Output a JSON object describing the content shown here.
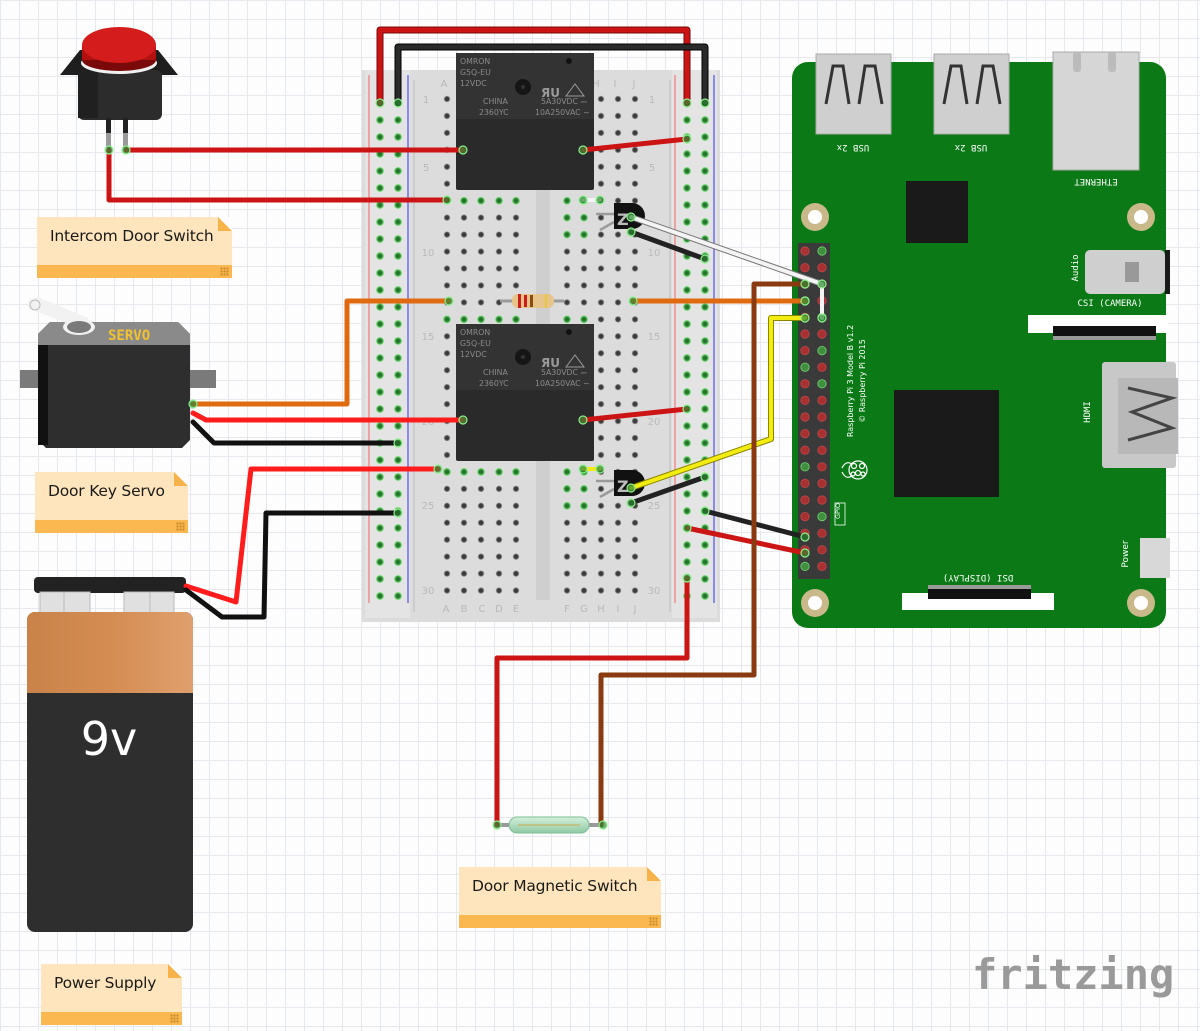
{
  "app": {
    "logo": "fritzing"
  },
  "notes": [
    {
      "id": "intercom",
      "text": "Intercom Door Switch"
    },
    {
      "id": "servo",
      "text": "Door Key Servo"
    },
    {
      "id": "magnetic",
      "text": "Door Magnetic Switch"
    },
    {
      "id": "power",
      "text": "Power Supply"
    }
  ],
  "components": {
    "relay_top": {
      "brand": "OMRON",
      "model": "G5Q-EU",
      "voltage": "12VDC",
      "origin": "CHINA",
      "code": "2360YC",
      "rating_dc": "5A30VDC ⎓",
      "rating_ac": "10A250VAC ~"
    },
    "relay_bottom": {
      "brand": "OMRON",
      "model": "G5Q-EU",
      "voltage": "12VDC",
      "origin": "CHINA",
      "code": "2360YC",
      "rating_dc": "5A30VDC ⎓",
      "rating_ac": "10A250VAC ~"
    },
    "servo": {
      "label": "SERVO"
    },
    "battery": {
      "label": "9v"
    },
    "breadboard": {
      "columns_left": [
        "A",
        "B",
        "C",
        "D",
        "E"
      ],
      "columns_right": [
        "F",
        "G",
        "H",
        "I",
        "J"
      ],
      "row_labels": [
        "1",
        "5",
        "10",
        "15",
        "20",
        "25",
        "30"
      ]
    },
    "raspberry_pi": {
      "model_line1": "Raspberry Pi 3 Model B v1.2",
      "model_line2": "© Raspberry Pi 2015",
      "usb1": "USB 2x",
      "usb2": "USB 2x",
      "ethernet": "ETHERNET",
      "audio": "Audio",
      "csi": "CSI (CAMERA)",
      "hdmi": "HDMI",
      "dsi": "DSI (DISPLAY)",
      "power": "Power",
      "gpio": "GPIO"
    }
  },
  "colors": {
    "wire_red": "#cc1414",
    "wire_black": "#222222",
    "wire_orange": "#e06a10",
    "wire_brown": "#8a3a10",
    "wire_yellow": "#f2ec12",
    "wire_white": "#f2f2f2",
    "pcb_green": "#0b7a16",
    "note_bg": "#ffe5bd",
    "note_bar": "#fbb851"
  }
}
